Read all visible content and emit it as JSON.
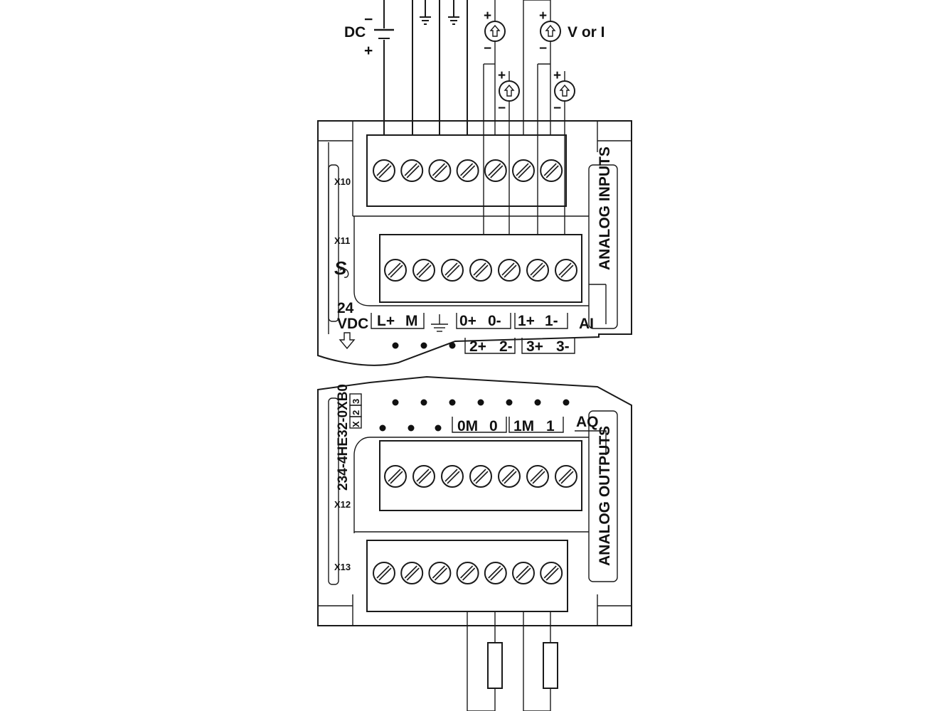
{
  "power": {
    "dc_label": "DC",
    "minus": "−",
    "plus": "+"
  },
  "sources": {
    "label": "V or I",
    "plus": "+",
    "minus": "−"
  },
  "connectors": {
    "x10": "X10",
    "x11": "X11",
    "x12": "X12",
    "x13": "X13"
  },
  "supply": {
    "line1": "24",
    "line2": "VDC"
  },
  "ai_terminals": {
    "top": [
      "L+",
      "M",
      "0+",
      "0-",
      "1+",
      "1-"
    ],
    "bottom": [
      "2+",
      "2-",
      "3+",
      "3-"
    ],
    "group_label": "AI"
  },
  "aq_terminals": {
    "labels": [
      "0M",
      "0",
      "1M",
      "1"
    ],
    "group_label": "AQ"
  },
  "side_labels": {
    "inputs": "ANALOG INPUTS",
    "outputs": "ANALOG OUTPUTS"
  },
  "part_number": "234-4HE32-0XB0",
  "version_boxes": [
    "X",
    "2",
    "3"
  ],
  "siemens_logo": "S"
}
